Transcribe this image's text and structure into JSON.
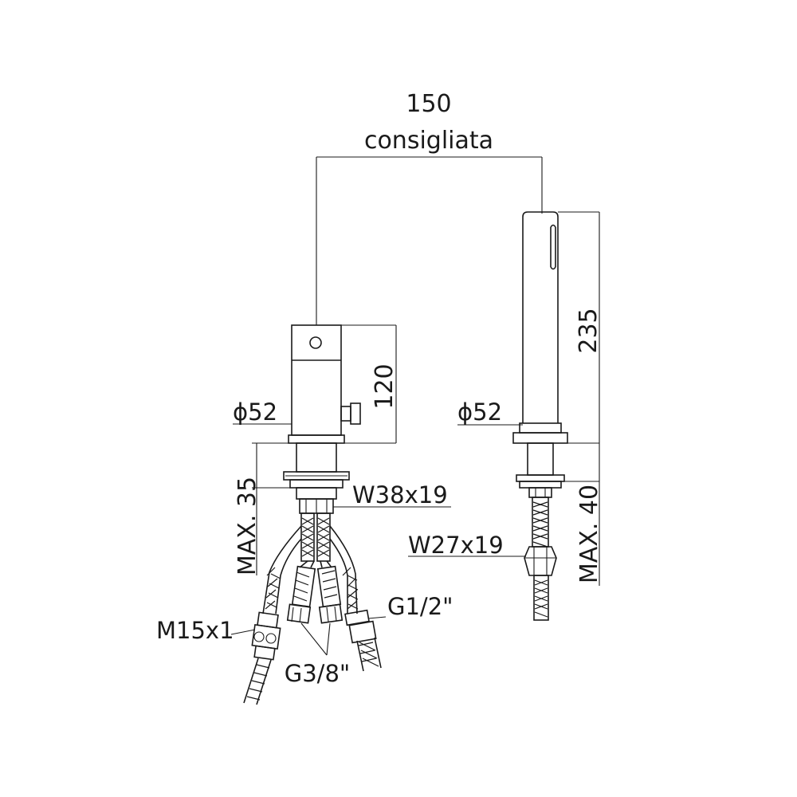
{
  "dimensions": {
    "spacing_value": "150",
    "spacing_note": "consigliata",
    "mixer_height": "120",
    "mixer_diameter": "ϕ52",
    "mixer_max_thickness": "MAX. 35",
    "mixer_nut": "W38x19",
    "spout_height": "235",
    "spout_diameter": "ϕ52",
    "spout_max_thickness": "MAX. 40",
    "spout_nut": "W27x19"
  },
  "connections": {
    "left_hose": "M15x1",
    "center_hoses": "G3/8\"",
    "right_hose": "G1/2\""
  }
}
